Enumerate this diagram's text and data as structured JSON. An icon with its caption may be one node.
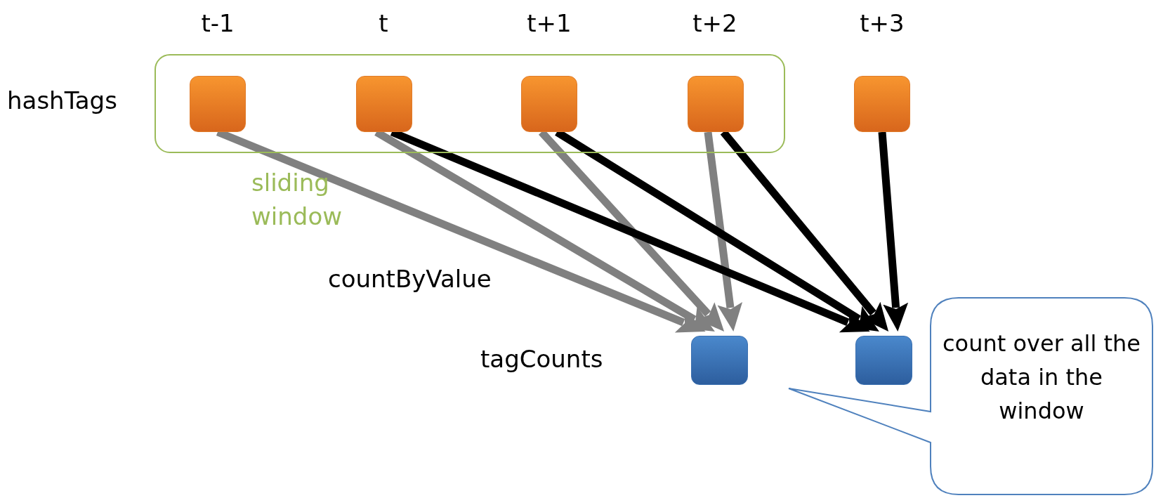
{
  "diagram": {
    "nodes": [
      {
        "text": [
          "sliding window"
        ]
      },
      {
        "text": [],
        "shape": "box",
        "in": 0
      },
      {
        "text": [],
        "shape": "box",
        "in": 0
      },
      {
        "text": [],
        "shape": "box",
        "in": 0
      },
      {
        "text": [],
        "shape": "box",
        "in": 0
      },
      {
        "text": [],
        "shape": "box"
      },
      {
        "text": [],
        "shape": "box"
      },
      {
        "text": [],
        "shape": "box"
      },
      {
        "text": [
          "count over all the data in the window"
        ]
      }
    ],
    "edges": [
      {
        "from": 1,
        "to": 6,
        "arrow": "to",
        "color": "#808080"
      },
      {
        "from": 2,
        "to": 6,
        "arrow": "to",
        "color": "#808080"
      },
      {
        "from": 3,
        "to": 6,
        "arrow": "to",
        "color": "#808080"
      },
      {
        "from": 4,
        "to": 6,
        "arrow": "to",
        "color": "#808080"
      },
      {
        "from": 2,
        "to": 7,
        "arrow": "to",
        "color": "#000000"
      },
      {
        "from": 3,
        "to": 7,
        "arrow": "to",
        "color": "#000000"
      },
      {
        "from": 4,
        "to": 7,
        "arrow": "to",
        "color": "#000000"
      },
      {
        "from": 5,
        "to": 7,
        "arrow": "to",
        "color": "#000000"
      }
    ],
    "labels": [
      "t-1",
      "t",
      "t+1",
      "t+2",
      "t+3",
      "hashTags",
      "countByValue",
      "tagCounts"
    ]
  }
}
